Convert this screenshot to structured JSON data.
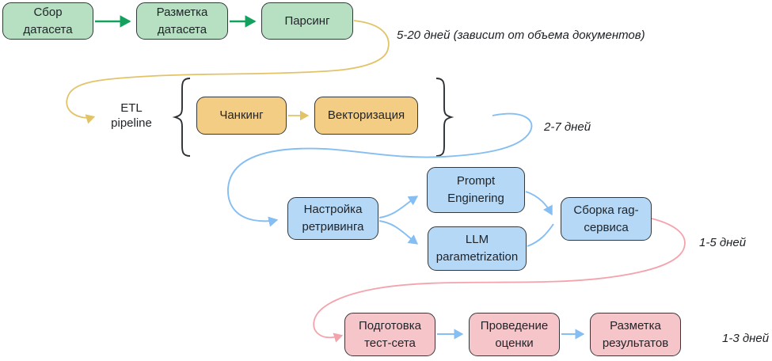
{
  "nodes": {
    "collect_dataset": {
      "label": "Сбор\nдатасета"
    },
    "markup_dataset": {
      "label": "Разметка\nдатасета"
    },
    "parsing": {
      "label": "Парсинг"
    },
    "chunking": {
      "label": "Чанкинг"
    },
    "vectorization": {
      "label": "Векторизация"
    },
    "retrieval_tuning": {
      "label": "Настройка\nретривинга"
    },
    "prompt_engineering": {
      "label": "Prompt\nEnginering"
    },
    "llm_parametrization": {
      "label": "LLM\nparametrization"
    },
    "rag_service_build": {
      "label": "Сборка rag-\nсервиса"
    },
    "testset_prep": {
      "label": "Подготовка\nтест-сета"
    },
    "evaluation_run": {
      "label": "Проведение\nоценки"
    },
    "results_markup": {
      "label": "Разметка\nрезультатов"
    }
  },
  "labels": {
    "etl_pipeline": "ETL\npipeline"
  },
  "annotations": {
    "stage1_duration": "5-20 дней (зависит от объема документов)",
    "stage2_duration": "2-7 дней",
    "stage3_duration": "1-5 дней",
    "stage4_duration": "1-3 дней"
  },
  "colors": {
    "green-fill": "#b7e0c3",
    "green-stroke": "#14a15d",
    "orange-fill": "#f4cd85",
    "yellow-stroke": "#e3c368",
    "blue-fill": "#b4d8f6",
    "blue-stroke": "#85bef2",
    "pink-fill": "#f6c5ca",
    "pink-stroke": "#f4a3ac",
    "node-border": "#33383c",
    "text": "#1f2328"
  }
}
